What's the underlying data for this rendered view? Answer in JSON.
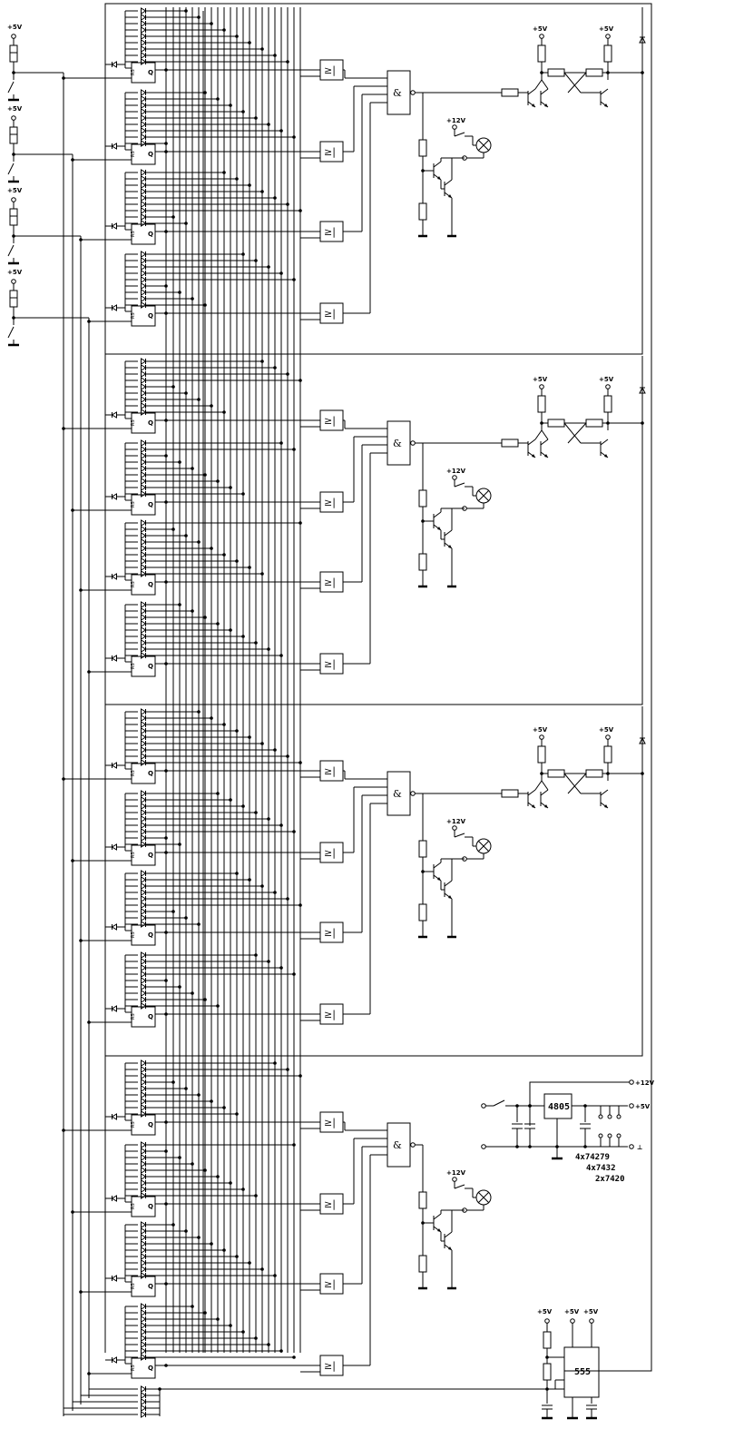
{
  "labels": {
    "v5": "+5V",
    "v12": "+12V",
    "ff_rs": "RS",
    "ff_q": "Q",
    "and_sym": "&",
    "comp_sym": "≥|",
    "regulator": "4805",
    "timer": "555",
    "ic_74279": "4x74279",
    "ic_7432": "4x7432",
    "ic_7420": "2x7420",
    "ground_mark": "⊥"
  },
  "colors": {
    "line": "#000000",
    "background": "#ffffff"
  },
  "layout_info": {
    "groups": 4,
    "stages_per_group": 4,
    "diodes_per_stage": 9
  }
}
